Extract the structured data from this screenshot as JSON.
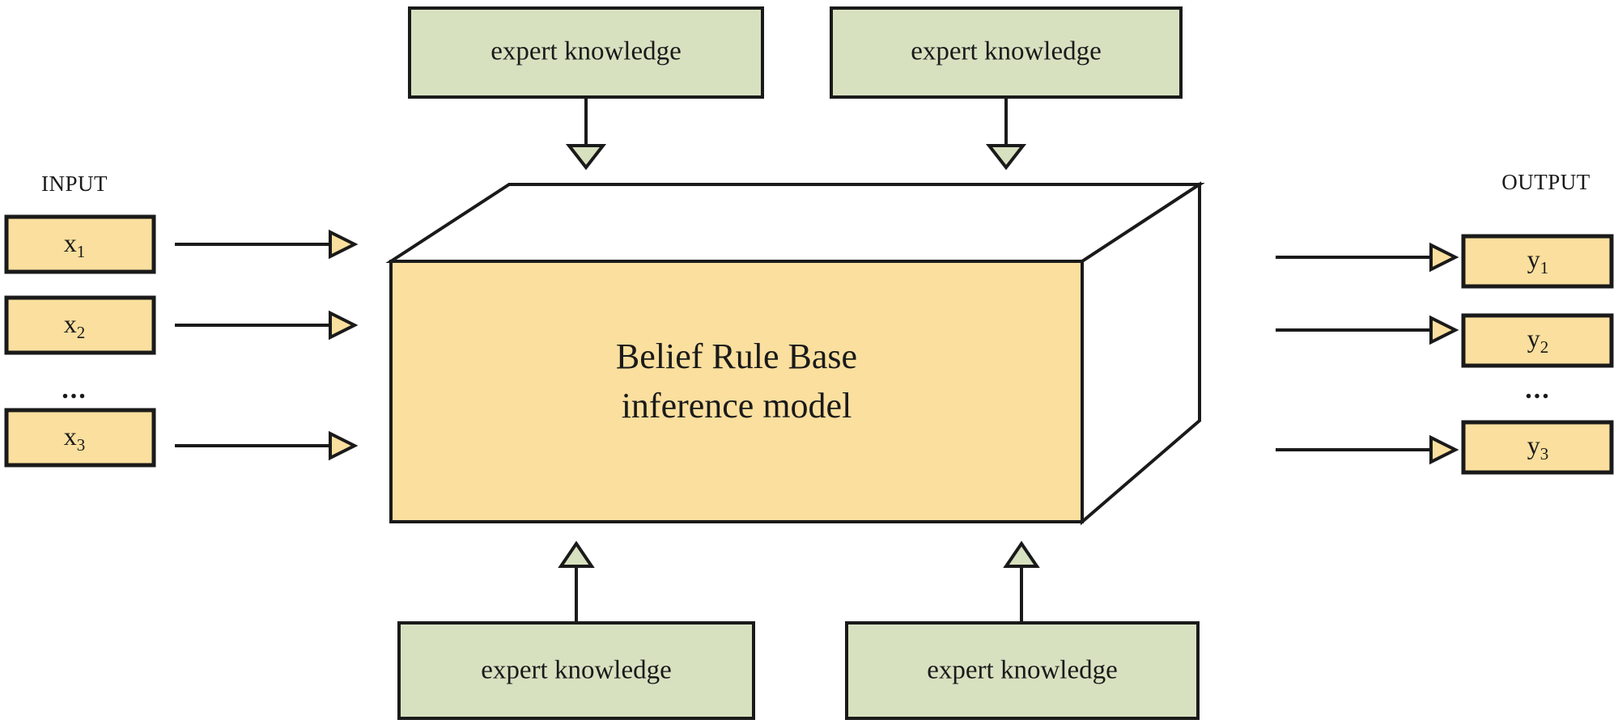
{
  "diagram": {
    "title": "Belief Rule Base inference model schematic",
    "colors": {
      "io_box_fill": "#fadf9e",
      "expert_box_fill": "#d7e1c0",
      "core_front_fill": "#fadf9e",
      "core_top_fill": "#ffffff",
      "core_side_fill": "#ffffff",
      "stroke": "#1a1a1a",
      "arrow_in_fill": "#fadf9e",
      "arrow_expert_fill": "#d7e1c0",
      "background": "#ffffff"
    },
    "core": {
      "name": "belief-rule-base-model",
      "line1": "Belief Rule Base",
      "line2": "inference model"
    },
    "input": {
      "heading": "INPUT",
      "ellipsis": "...",
      "items": [
        {
          "base": "x",
          "sub": "1"
        },
        {
          "base": "x",
          "sub": "2"
        },
        {
          "base": "x",
          "sub": "3"
        }
      ]
    },
    "output": {
      "heading": "OUTPUT",
      "ellipsis": "...",
      "items": [
        {
          "base": "y",
          "sub": "1"
        },
        {
          "base": "y",
          "sub": "2"
        },
        {
          "base": "y",
          "sub": "3"
        }
      ]
    },
    "expert_boxes": [
      {
        "id": "expert-top-left",
        "label": "expert knowledge"
      },
      {
        "id": "expert-top-right",
        "label": "expert knowledge"
      },
      {
        "id": "expert-bottom-left",
        "label": "expert knowledge"
      },
      {
        "id": "expert-bottom-right",
        "label": "expert knowledge"
      }
    ],
    "arrows": {
      "input_to_core": 3,
      "core_to_output": 3,
      "expert_down": 2,
      "expert_up": 2
    }
  }
}
